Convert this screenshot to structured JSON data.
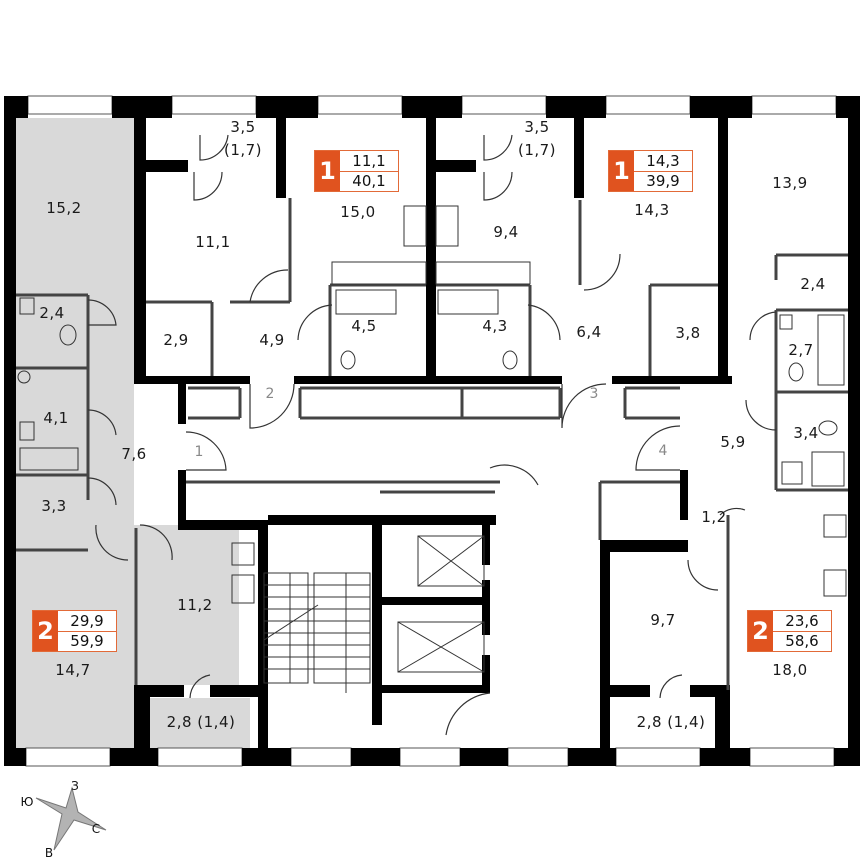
{
  "floorplan": {
    "accent_color": "#e0531f",
    "highlight_fill": "#d9d9d9",
    "apartments": [
      {
        "id": "apt-1a",
        "rooms_count": "1",
        "living_area": "11,1",
        "total_area": "40,1",
        "highlighted": false
      },
      {
        "id": "apt-1b",
        "rooms_count": "1",
        "living_area": "14,3",
        "total_area": "39,9",
        "highlighted": false
      },
      {
        "id": "apt-2a",
        "rooms_count": "2",
        "living_area": "29,9",
        "total_area": "59,9",
        "highlighted": true
      },
      {
        "id": "apt-2b",
        "rooms_count": "2",
        "living_area": "23,6",
        "total_area": "58,6",
        "highlighted": false
      }
    ],
    "rooms": [
      {
        "area": "15,2"
      },
      {
        "area": "2,4"
      },
      {
        "area": "4,1"
      },
      {
        "area": "7,6"
      },
      {
        "area": "3,3"
      },
      {
        "area": "14,7"
      },
      {
        "area": "11,2"
      },
      {
        "area": "2,8 (1,4)"
      },
      {
        "area": "3,5"
      },
      {
        "area": "(1,7)"
      },
      {
        "area": "11,1"
      },
      {
        "area": "2,9"
      },
      {
        "area": "4,9"
      },
      {
        "area": "15,0"
      },
      {
        "area": "4,5"
      },
      {
        "area": "3,5"
      },
      {
        "area": "(1,7)"
      },
      {
        "area": "9,4"
      },
      {
        "area": "4,3"
      },
      {
        "area": "6,4"
      },
      {
        "area": "14,3"
      },
      {
        "area": "3,8"
      },
      {
        "area": "13,9"
      },
      {
        "area": "2,4"
      },
      {
        "area": "2,7"
      },
      {
        "area": "5,9"
      },
      {
        "area": "3,4"
      },
      {
        "area": "1,2"
      },
      {
        "area": "9,7"
      },
      {
        "area": "18,0"
      },
      {
        "area": "2,8 (1,4)"
      }
    ],
    "door_numbers": [
      "1",
      "2",
      "3",
      "4"
    ],
    "compass": {
      "north": "С",
      "south": "Ю",
      "west": "З",
      "east": "В"
    }
  }
}
